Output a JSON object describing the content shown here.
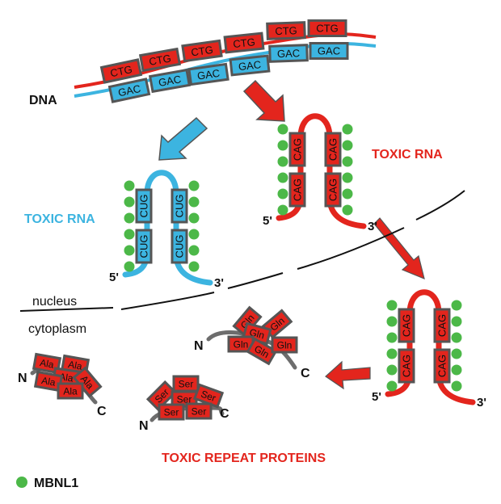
{
  "colors": {
    "red": "#e3251d",
    "blue": "#3cb4e0",
    "box_border": "#555555",
    "green": "#4cb848",
    "linker": "#6d6d6d"
  },
  "dna": {
    "label": "DNA",
    "top_codon": "CTG",
    "bottom_codon": "GAC",
    "top_count": 6,
    "bottom_count": 6
  },
  "blue_rna": {
    "label": "TOXIC RNA",
    "codon": "CUG",
    "five": "5'",
    "three": "3'"
  },
  "red_rna": {
    "label": "TOXIC RNA",
    "codon": "CAG",
    "five": "5'",
    "three": "3'"
  },
  "red_rna_cyto": {
    "codon": "CAG",
    "five": "5'",
    "three": "3'"
  },
  "compartments": {
    "nucleus": "nucleus",
    "cytoplasm": "cytoplasm"
  },
  "proteins": {
    "ala": {
      "residue": "Ala",
      "n": "N",
      "c": "C"
    },
    "ser": {
      "residue": "Ser",
      "n": "N",
      "c": "C"
    },
    "gln": {
      "residue": "Gln",
      "n": "N",
      "c": "C"
    },
    "title": "TOXIC REPEAT PROTEINS"
  },
  "legend": {
    "label": "MBNL1"
  }
}
